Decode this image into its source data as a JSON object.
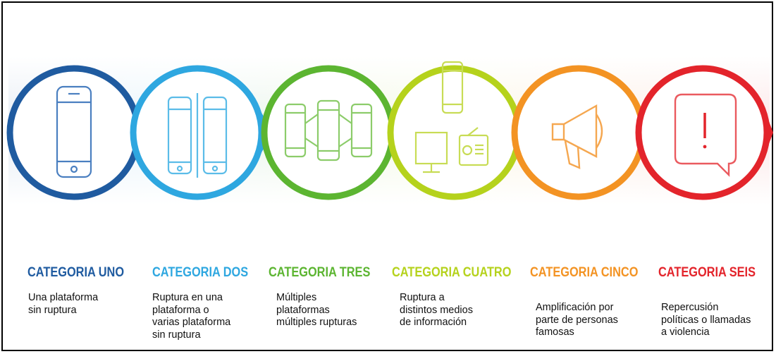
{
  "categories": [
    {
      "title": "CATEGORIA UNO",
      "desc": "Una plataforma\nsin ruptura",
      "color": "#1f5ba0",
      "icon": "smartphone-icon"
    },
    {
      "title": "CATEGORIA DOS",
      "desc": "Ruptura en una\nplataforma o\nvarias plataforma\nsin ruptura",
      "color": "#2ea7e0",
      "icon": "two-phones-icon"
    },
    {
      "title": "CATEGORIA TRES",
      "desc": "Múltiples\nplataformas\nmúltiples rupturas",
      "color": "#5cb531",
      "icon": "three-connected-phones-icon"
    },
    {
      "title": "CATEGORIA CUATRO",
      "desc": "Ruptura a\ndistintos medios\nde información",
      "color": "#b5d21c",
      "icon": "media-devices-icon"
    },
    {
      "title": "CATEGORIA CINCO",
      "desc": "Amplificación por\nparte de personas\nfamosas",
      "color": "#f39323",
      "icon": "megaphone-icon"
    },
    {
      "title": "CATEGORIA SEIS",
      "desc": "Repercusión\npolíticas o llamadas\na violencia",
      "color": "#e3242b",
      "icon": "alert-speech-bubble-icon"
    }
  ]
}
